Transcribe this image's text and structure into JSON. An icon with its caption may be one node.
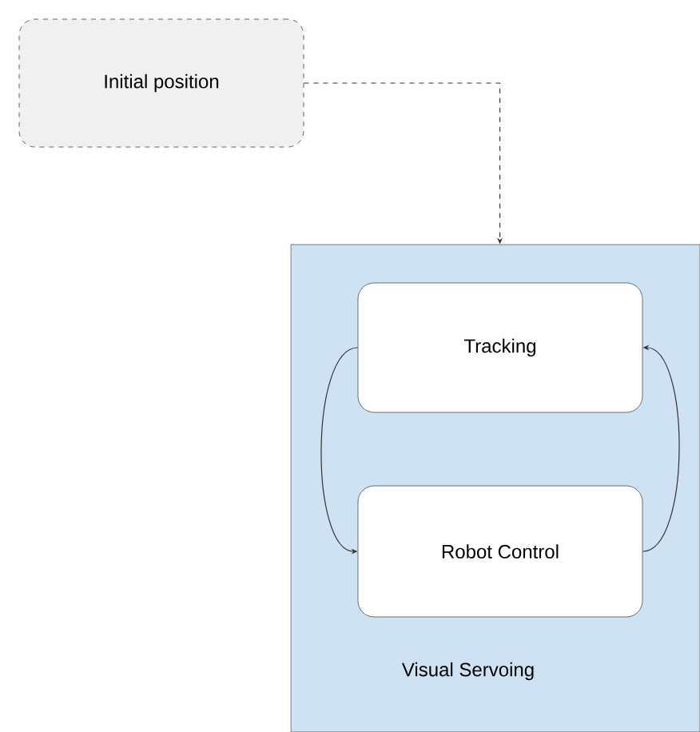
{
  "diagram": {
    "nodes": [
      {
        "text": [
          "Initial position"
        ]
      },
      {
        "text": [
          "Visual Servoing"
        ]
      },
      {
        "text": [
          "Tracking"
        ],
        "in": 1
      },
      {
        "text": [
          "Robot Control"
        ],
        "in": 1
      }
    ],
    "edges": [
      {
        "from": 0,
        "to": 1,
        "arrow": "to",
        "style": "dashed"
      },
      {
        "from": 2,
        "to": 3,
        "arrow": "to"
      },
      {
        "from": 3,
        "to": 2,
        "arrow": "to"
      }
    ]
  }
}
